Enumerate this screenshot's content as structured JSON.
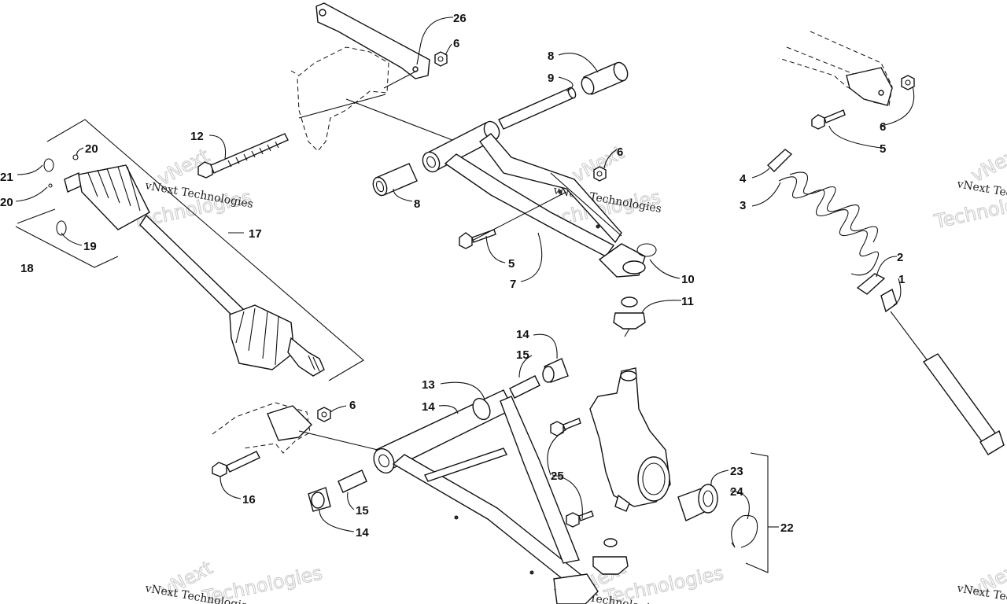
{
  "diagram": {
    "watermark_line1": "vNext",
    "watermark_line2": "Technologies",
    "watermark_full": "vNext Technologies",
    "callouts": [
      "26",
      "6",
      "8",
      "9",
      "12",
      "20",
      "21",
      "20",
      "19",
      "18",
      "17",
      "6",
      "8",
      "5",
      "7",
      "10",
      "4",
      "3",
      "6",
      "5",
      "2",
      "1",
      "11",
      "14",
      "15",
      "13",
      "14",
      "6",
      "16",
      "15",
      "14",
      "25",
      "23",
      "24",
      "22"
    ]
  }
}
